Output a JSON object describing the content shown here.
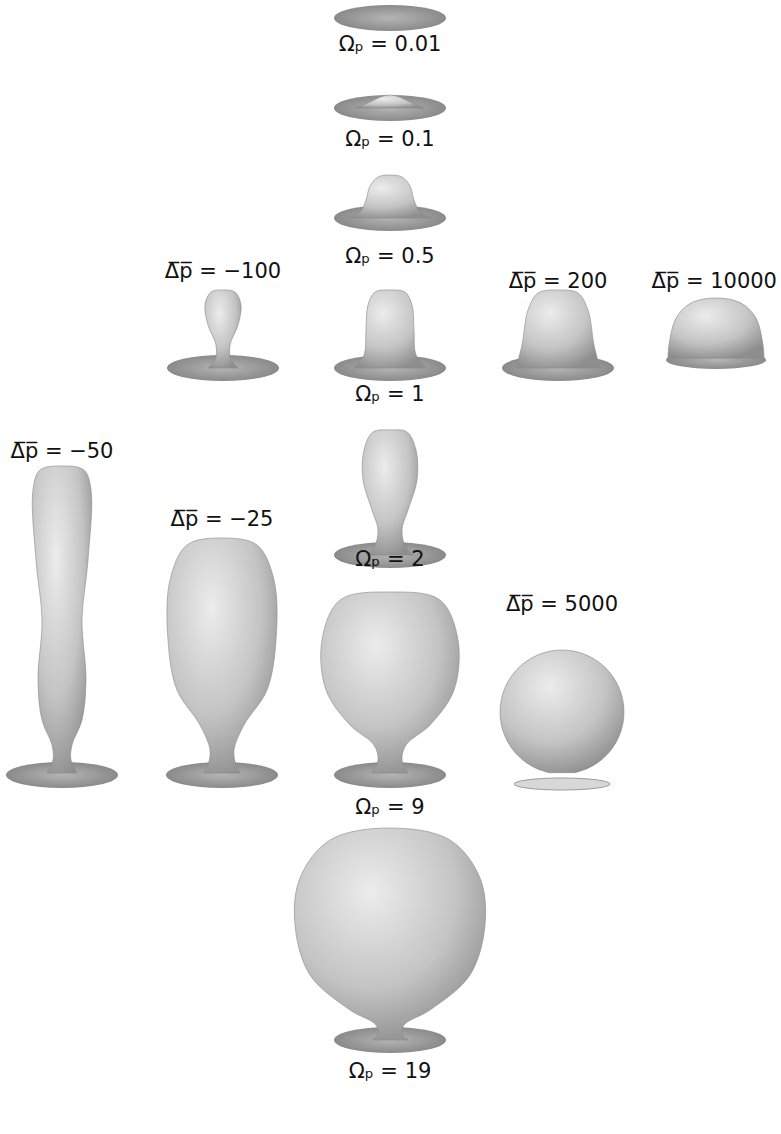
{
  "diagram": {
    "labels": [
      "Ωₚ = 0.01",
      "Ωₚ = 0.1",
      "Ωₚ = 0.5",
      "Δ̅p̅ = −100",
      "Δ̅p̅ = 200",
      "Δ̅p̅ = 10000",
      "Ωₚ = 1",
      "Δ̅p̅ = −50",
      "Δ̅p̅ = −25",
      "Ωₚ = 2",
      "Δ̅p̅ = 5000",
      "Ωₚ = 9",
      "Ωₚ = 19"
    ]
  }
}
